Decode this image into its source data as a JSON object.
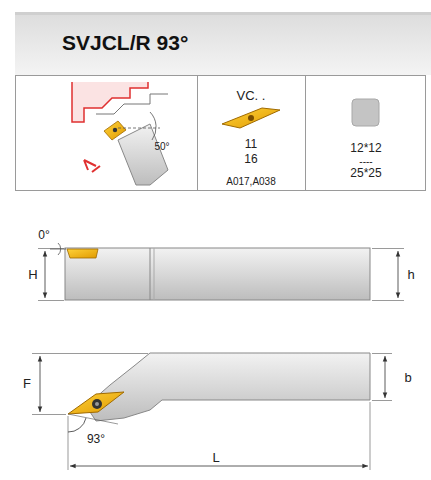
{
  "diagram": {
    "title": "SVJCL/R 93°",
    "labels": [
      "50°",
      "VC. .",
      "11",
      "16",
      "A017,A038",
      "12*12",
      "----",
      "25*25",
      "0°",
      "H",
      "h",
      "F",
      "b",
      "93°",
      "L"
    ]
  }
}
